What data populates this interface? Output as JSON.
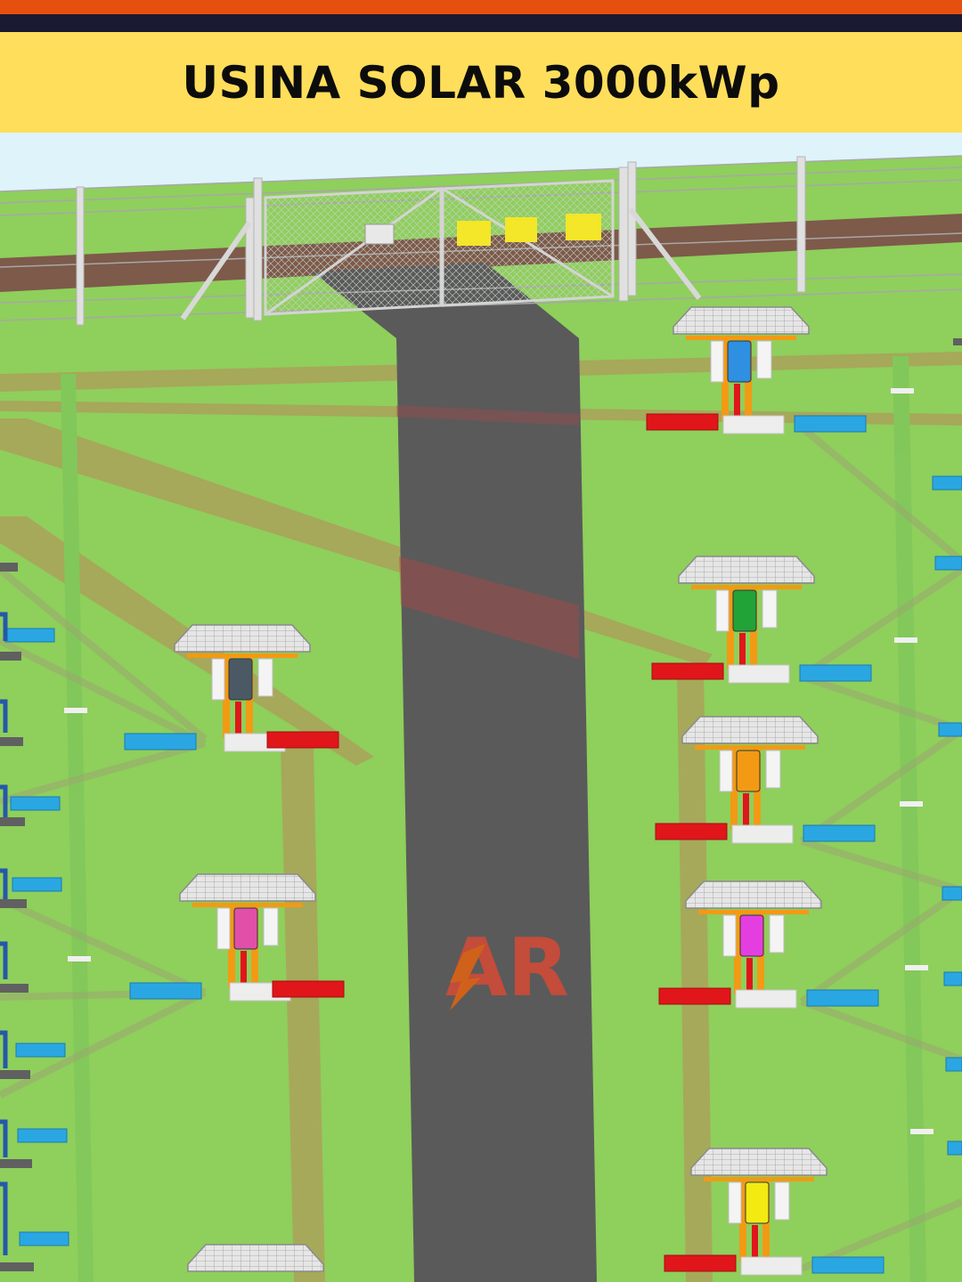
{
  "header": {
    "title": "USINA SOLAR 3000kWp"
  },
  "watermark": {
    "logo_text": "AR",
    "color": "#d64a36"
  },
  "colors": {
    "accent_orange": "#e5500f",
    "navy": "#1b1a33",
    "banner_yellow": "#fede5b",
    "grass": "#8fcf5c",
    "road": "#5a5a5a",
    "dirt_track": "#7d5a4a",
    "sky": "#dff3fb"
  },
  "scene": {
    "components": [
      {
        "name": "perimeter-fence",
        "type": "fence"
      },
      {
        "name": "entrance-gate",
        "type": "double-gate",
        "signs": 4
      },
      {
        "name": "access-road",
        "type": "road"
      },
      {
        "name": "inverter-station",
        "type": "inverter",
        "count": 10,
        "inverter_colors": [
          "#2f8fe0",
          "#22a338",
          "#4b5964",
          "#f29a14",
          "#e14fa8",
          "#e53ee0",
          "#f3ea12",
          "#f29a14"
        ]
      },
      {
        "name": "string-box",
        "type": "combiner",
        "colors": [
          "#e0161a",
          "#2aa7e2"
        ]
      }
    ]
  }
}
